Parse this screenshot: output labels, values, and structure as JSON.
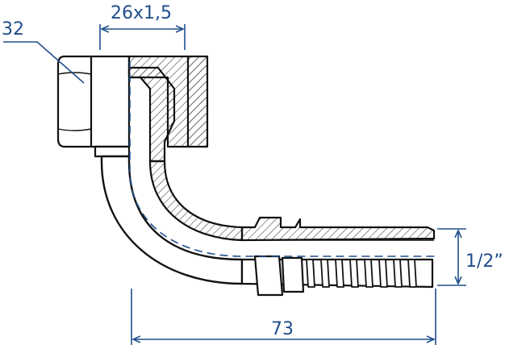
{
  "dimensions": {
    "hex_size": "32",
    "thread": "26x1,5",
    "hose_size": "1/2”",
    "length": "73"
  },
  "colors": {
    "dimension": "#1f4e8c",
    "outline": "#111111",
    "fill": "#ffffff",
    "hatch": "#555555"
  }
}
